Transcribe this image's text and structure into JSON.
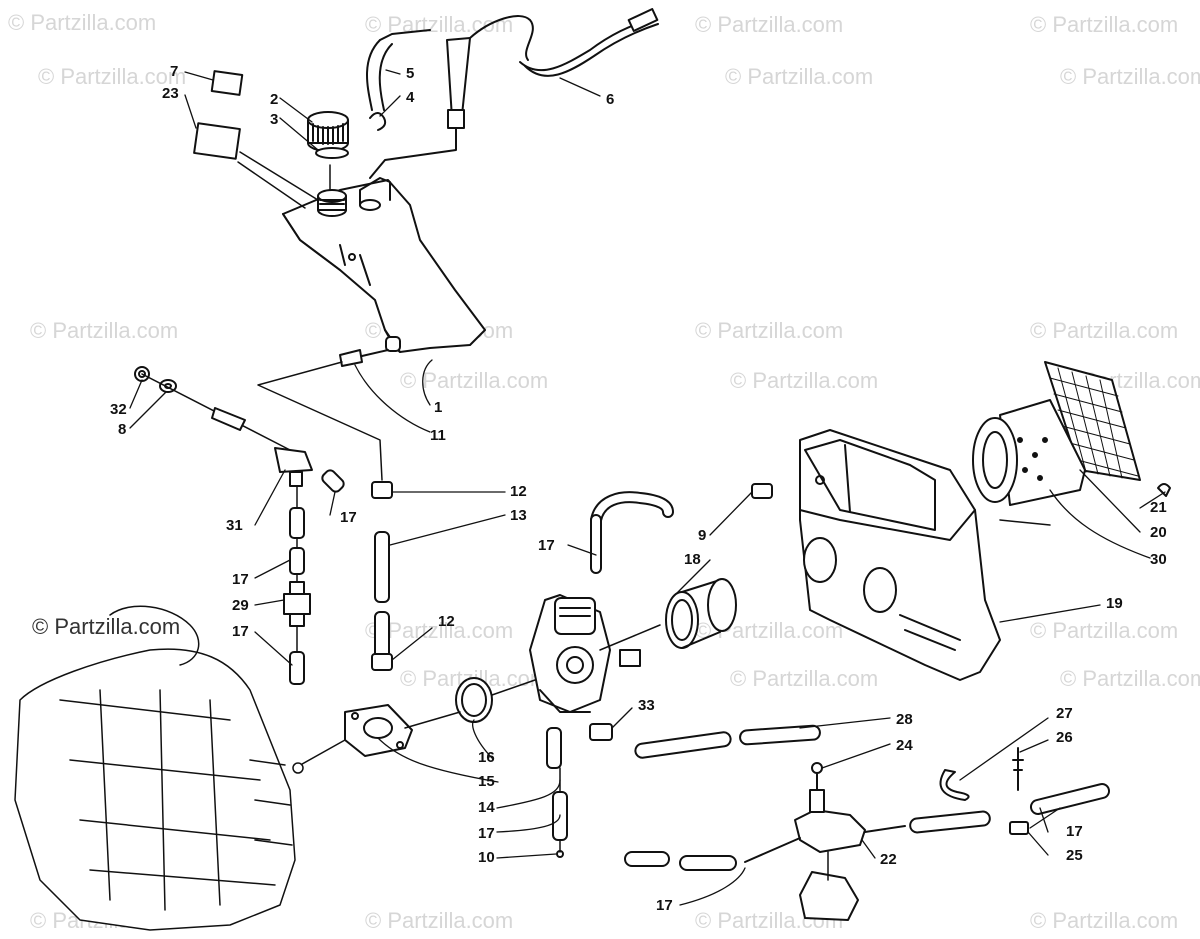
{
  "watermark": {
    "text": "© Partzilla.com",
    "primary_text": "© Partzilla.com",
    "color": "#d6d6d6",
    "primary_color": "#333333"
  },
  "callouts": {
    "c1": "1",
    "c2": "2",
    "c3": "3",
    "c4": "4",
    "c5": "5",
    "c6": "6",
    "c7": "7",
    "c8": "8",
    "c9": "9",
    "c10": "10",
    "c11": "11",
    "c12a": "12",
    "c12b": "12",
    "c13": "13",
    "c14": "14",
    "c15": "15",
    "c16": "16",
    "c17a": "17",
    "c17b": "17",
    "c17c": "17",
    "c17d": "17",
    "c17e": "17",
    "c17f": "17",
    "c17g": "17",
    "c18": "18",
    "c19": "19",
    "c20": "20",
    "c21": "21",
    "c22": "22",
    "c23": "23",
    "c24": "24",
    "c25": "25",
    "c26": "26",
    "c27": "27",
    "c28": "28",
    "c29": "29",
    "c30": "30",
    "c31": "31",
    "c32": "32",
    "c33": "33"
  },
  "colors": {
    "line": "#111111",
    "background": "#ffffff"
  }
}
